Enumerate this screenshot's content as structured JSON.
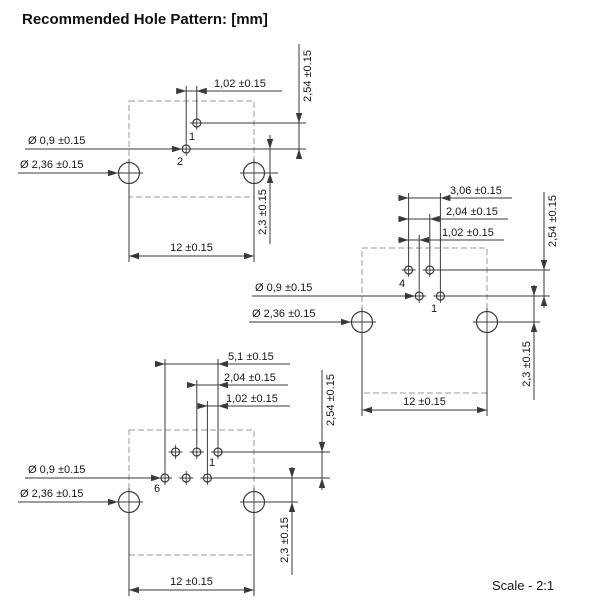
{
  "title": "Recommended Hole Pattern: [mm]",
  "scale_label": "Scale - 2:1",
  "patterns": {
    "p2": {
      "pin_upper": "1",
      "pin_lower": "2",
      "dim_row_offset": "1,02 ±0.15",
      "dim_row_pitch": "2,54 ±0.15",
      "dim_pin_hole": "Ø 0,9 ±0.15",
      "dim_mount_hole": "Ø 2,36 ±0.15",
      "dim_mount_offset": "2,3 ±0.15",
      "dim_mount_span": "12 ±0.15"
    },
    "p4": {
      "pin_upper": "4",
      "pin_lower": "1",
      "dim_total_span": "3,06 ±0.15",
      "dim_pitch": "2,04 ±0.15",
      "dim_row_offset": "1,02 ±0.15",
      "dim_row_pitch": "2,54 ±0.15",
      "dim_pin_hole": "Ø 0,9 ±0.15",
      "dim_mount_hole": "Ø 2,36 ±0.15",
      "dim_mount_offset": "2,3 ±0.15",
      "dim_mount_span": "12 ±0.15"
    },
    "p6": {
      "pin_upper": "1",
      "pin_lower": "6",
      "dim_total_span": "5,1 ±0.15",
      "dim_pitch": "2,04 ±0.15",
      "dim_row_offset": "1,02 ±0.15",
      "dim_row_pitch": "2,54 ±0.15",
      "dim_pin_hole": "Ø 0,9 ±0.15",
      "dim_mount_hole": "Ø 2,36 ±0.15",
      "dim_mount_offset": "2,3 ±0.15",
      "dim_mount_span": "12 ±0.15"
    }
  }
}
